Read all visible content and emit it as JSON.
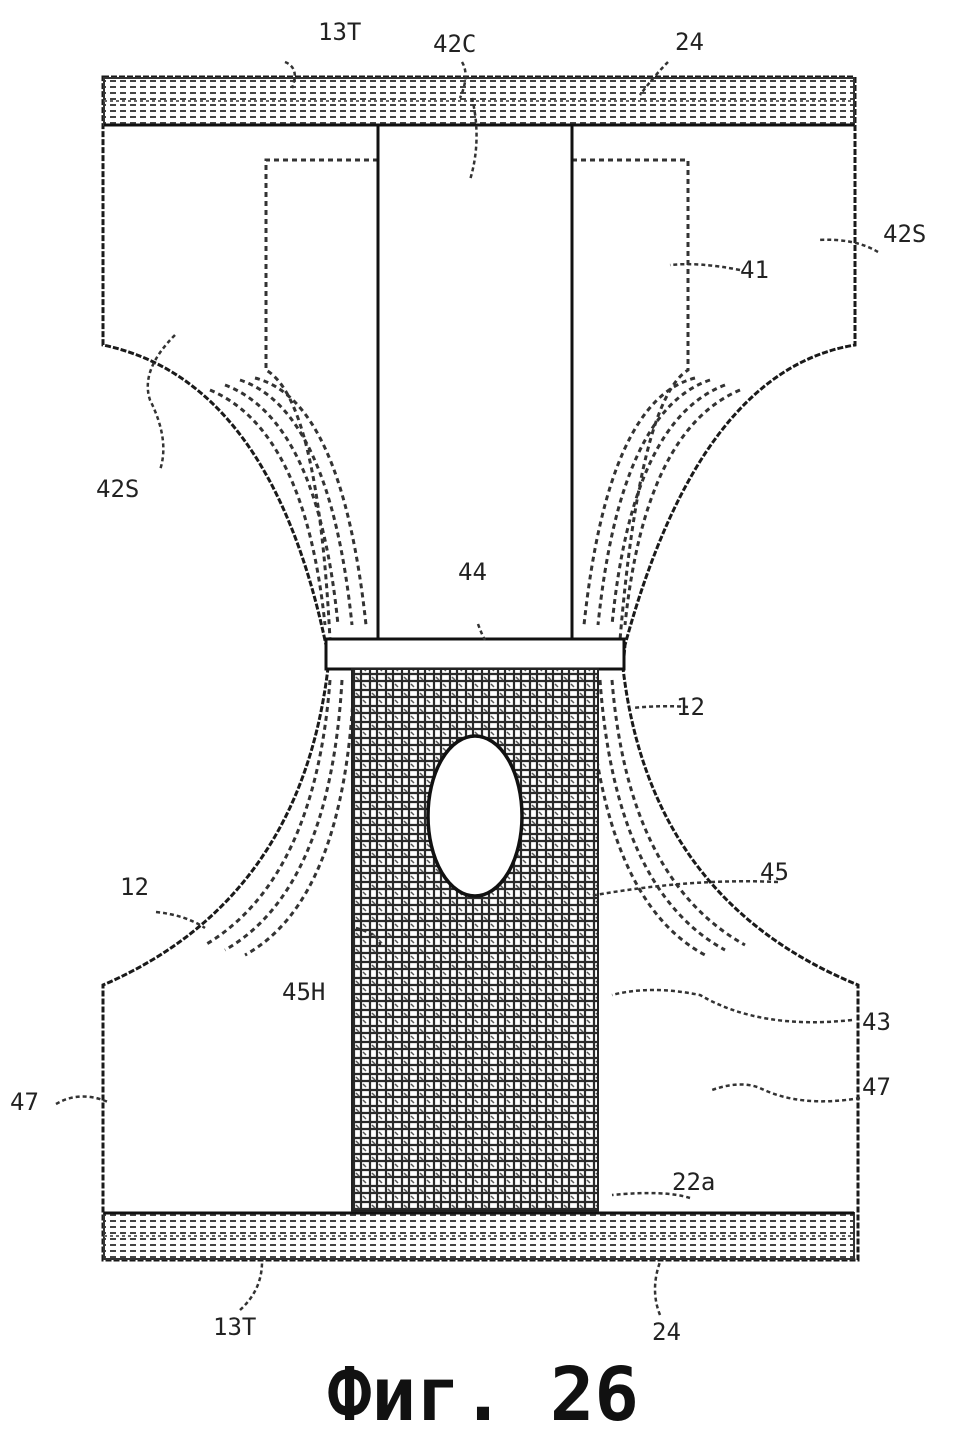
{
  "labels": {
    "l13T_top": "13T",
    "l42C": "42C",
    "l24_top": "24",
    "l42S_right": "42S",
    "l41": "41",
    "l42S_left": "42S",
    "l44": "44",
    "l12_right": "12",
    "l45": "45",
    "l12_left": "12",
    "l45H": "45H",
    "l43": "43",
    "l47_left": "47",
    "l47_right": "47",
    "l22a": "22a",
    "l13T_bottom": "13T",
    "l24_bottom": "24"
  },
  "caption": "Фиг. 26",
  "colors": {
    "line": "#1a1a1a",
    "background": "#ffffff"
  }
}
